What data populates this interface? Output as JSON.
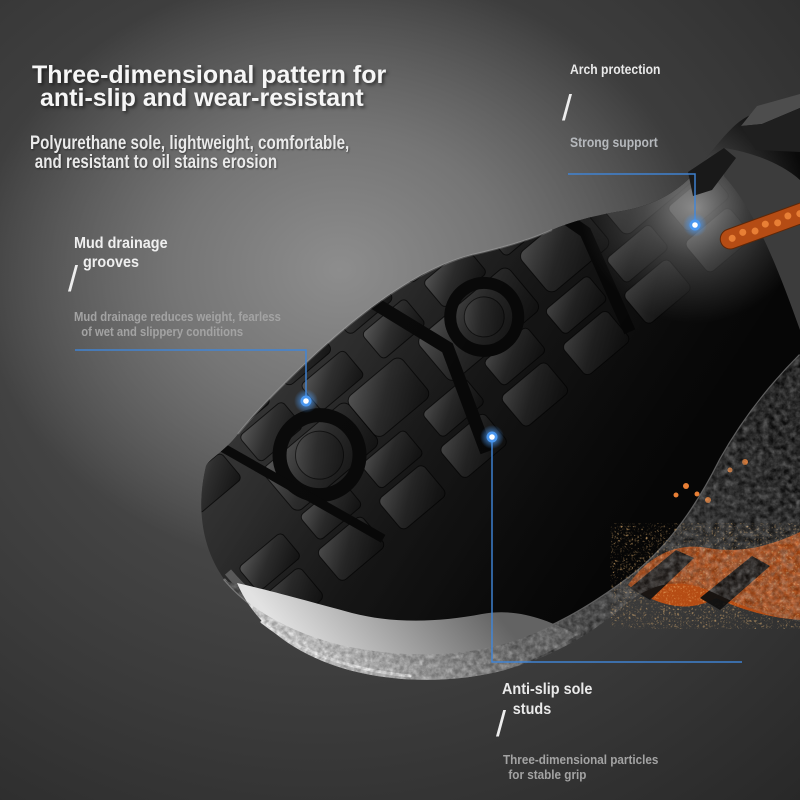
{
  "header": {
    "title_line1": "Three-dimensional pattern for",
    "title_line2": "anti-slip and wear-resistant",
    "subtitle_line1": "Polyurethane sole, lightweight, comfortable,",
    "subtitle_line2": "and resistant to oil stains erosion"
  },
  "callouts": {
    "arch_protection": {
      "label": "Arch protection"
    },
    "strong_support": {
      "label": "Strong support"
    },
    "mud_drainage": {
      "label_line1": "Mud drainage",
      "label_line2": "grooves",
      "desc_line1": "Mud drainage reduces weight, fearless",
      "desc_line2": "of wet and slippery conditions"
    },
    "anti_slip": {
      "label_line1": "Anti-slip sole",
      "label_line2": "studs",
      "desc_line1": "Three-dimensional particles",
      "desc_line2": "for stable grip"
    }
  },
  "separator_glyph": "/",
  "icons": {
    "feature_marker": "glow-dot",
    "separator": "slash"
  },
  "colors": {
    "accent_blue": "#3f86d8",
    "marker_ring": "#4a97ef",
    "marker_core": "#ffffff",
    "orange_mesh": "#b54c14",
    "orange_highlight": "#e87f35",
    "title_text": "#f6f6f6",
    "muted_text": "#a3a3a3",
    "background_highlight": "#8d8d8d",
    "background_dark": "#1f1f1f"
  }
}
